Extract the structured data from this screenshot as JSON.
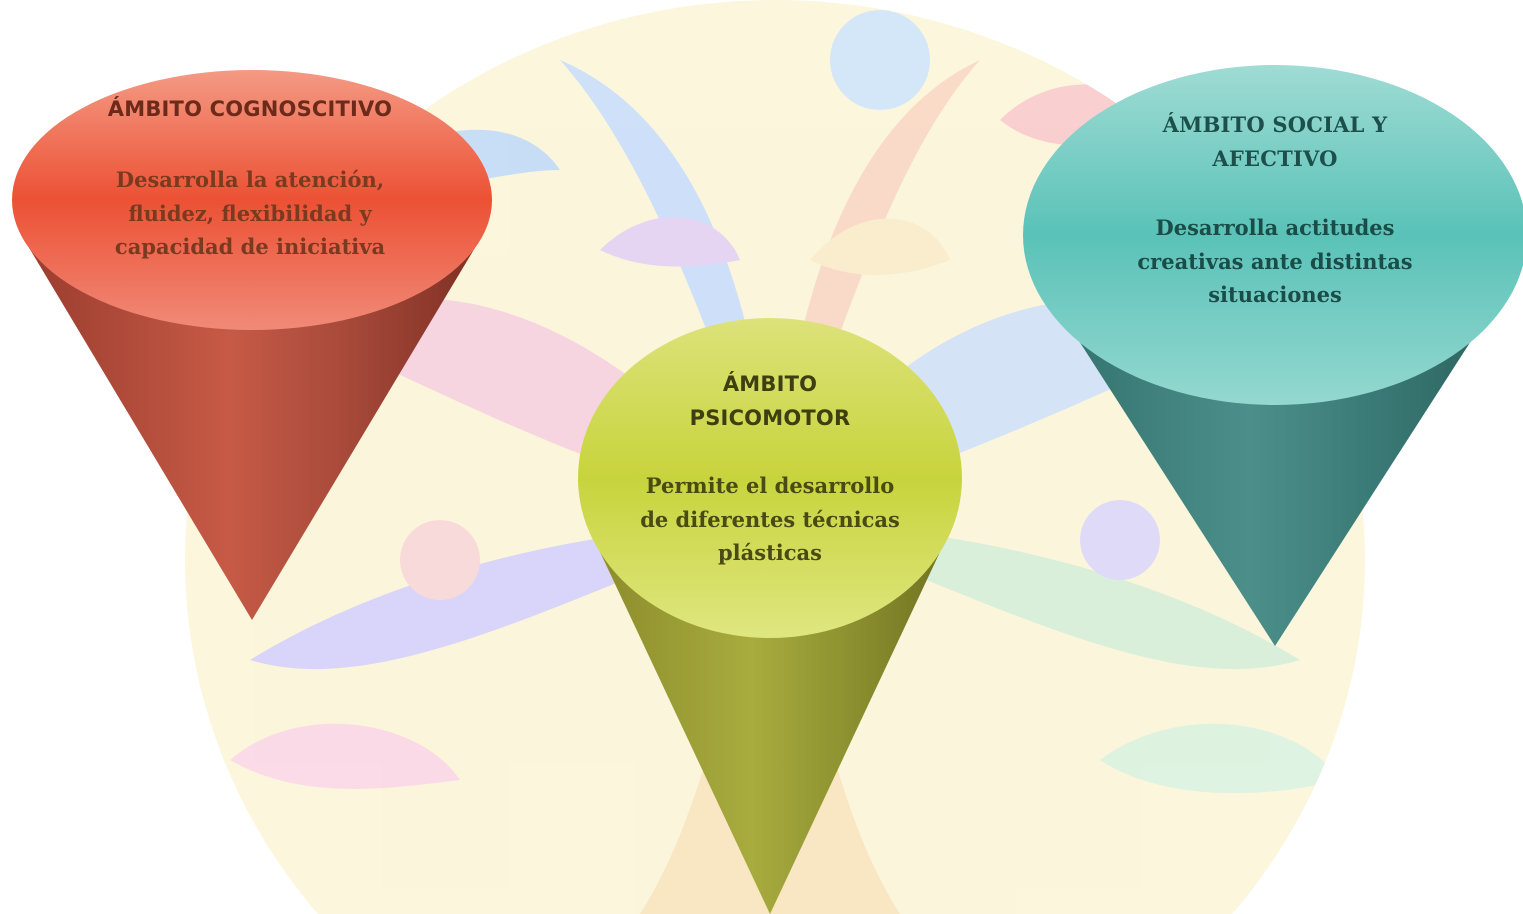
{
  "colors": {
    "left_cone": "#e8533a",
    "middle_cone": "#c8d240",
    "right_cone": "#5ec4ba"
  },
  "cones": {
    "left": {
      "title": "ÁMBITO COGNOSCITIVO",
      "body": "Desarrolla la atención, fluidez, flexibilidad y capacidad de iniciativa"
    },
    "middle": {
      "title": "ÁMBITO PSICOMOTOR",
      "body": "Permite el desarrollo de diferentes técnicas plásticas"
    },
    "right": {
      "title": "ÁMBITO SOCIAL Y AFECTIVO",
      "body": "Desarrolla actitudes creativas ante distintas situaciones"
    }
  }
}
